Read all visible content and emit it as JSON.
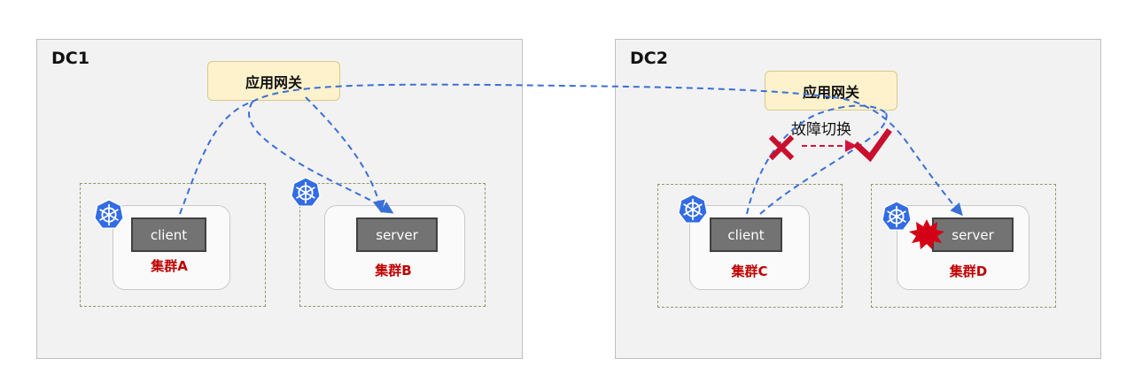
{
  "dc1": {
    "title": "DC1",
    "gateway": "应用网关",
    "cluster_a": {
      "label": "集群A",
      "service": "client"
    },
    "cluster_b": {
      "label": "集群B",
      "service": "server"
    }
  },
  "dc2": {
    "title": "DC2",
    "gateway": "应用网关",
    "failover_label": "故障切换",
    "cluster_c": {
      "label": "集群C",
      "service": "client"
    },
    "cluster_d": {
      "label": "集群D",
      "service": "server"
    }
  },
  "colors": {
    "arrow": "#3a6fd8",
    "failover": "#d3133a",
    "cluster_label": "#c00000",
    "gateway_fill": "#fdf2cc",
    "k8s_blue": "#326ce5"
  },
  "icons": [
    "kubernetes-icon",
    "fail-cross-icon",
    "checkmark-icon",
    "failure-burst-icon"
  ]
}
